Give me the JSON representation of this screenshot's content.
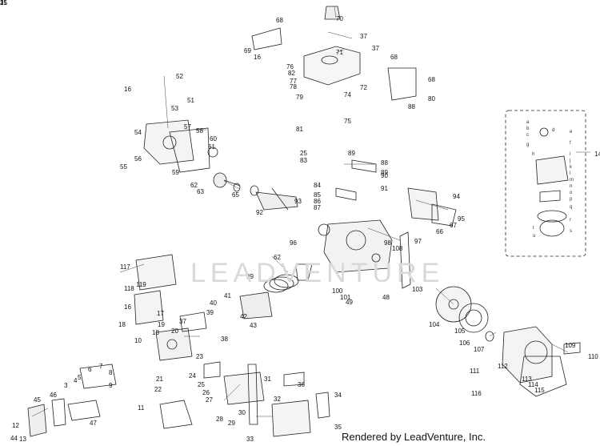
{
  "diagram": {
    "watermark": "LEADVENTURE",
    "credit": "Rendered by LeadVenture, Inc.",
    "part_labels": [
      "70",
      "68",
      "37",
      "69",
      "16",
      "37",
      "71",
      "68",
      "76",
      "82",
      "77",
      "78",
      "79",
      "74",
      "72",
      "68",
      "80",
      "88",
      "75",
      "81",
      "16",
      "52",
      "51",
      "53",
      "57",
      "54",
      "58",
      "56",
      "55",
      "60",
      "61",
      "59",
      "62",
      "63",
      "65",
      "25",
      "83",
      "89",
      "84",
      "85",
      "86",
      "87",
      "88",
      "89",
      "90",
      "91",
      "92",
      "93",
      "94",
      "95",
      "66",
      "67",
      "96",
      "97",
      "98",
      "108",
      "62",
      "99",
      "100",
      "101",
      "49",
      "48",
      "103",
      "104",
      "105",
      "106",
      "107",
      "109",
      "110",
      "111",
      "112",
      "113",
      "114",
      "115",
      "116",
      "117",
      "118",
      "119",
      "16",
      "18",
      "17",
      "18",
      "19",
      "20",
      "21",
      "22",
      "23",
      "24",
      "25",
      "26",
      "27",
      "28",
      "29",
      "30",
      "31",
      "32",
      "33",
      "34",
      "35",
      "36",
      "37",
      "38",
      "39",
      "40",
      "41",
      "42",
      "43",
      "44",
      "45",
      "46",
      "47",
      "3",
      "4",
      "5",
      "6",
      "7",
      "8",
      "9",
      "10",
      "11",
      "12",
      "13",
      "14",
      "15",
      "2",
      "1",
      "31"
    ],
    "inset_letters": [
      "a",
      "b",
      "c",
      "d",
      "e",
      "f",
      "g",
      "h",
      "i",
      "j",
      "k",
      "l",
      "m",
      "n",
      "o",
      "p",
      "q",
      "r",
      "s",
      "t",
      "u"
    ]
  }
}
